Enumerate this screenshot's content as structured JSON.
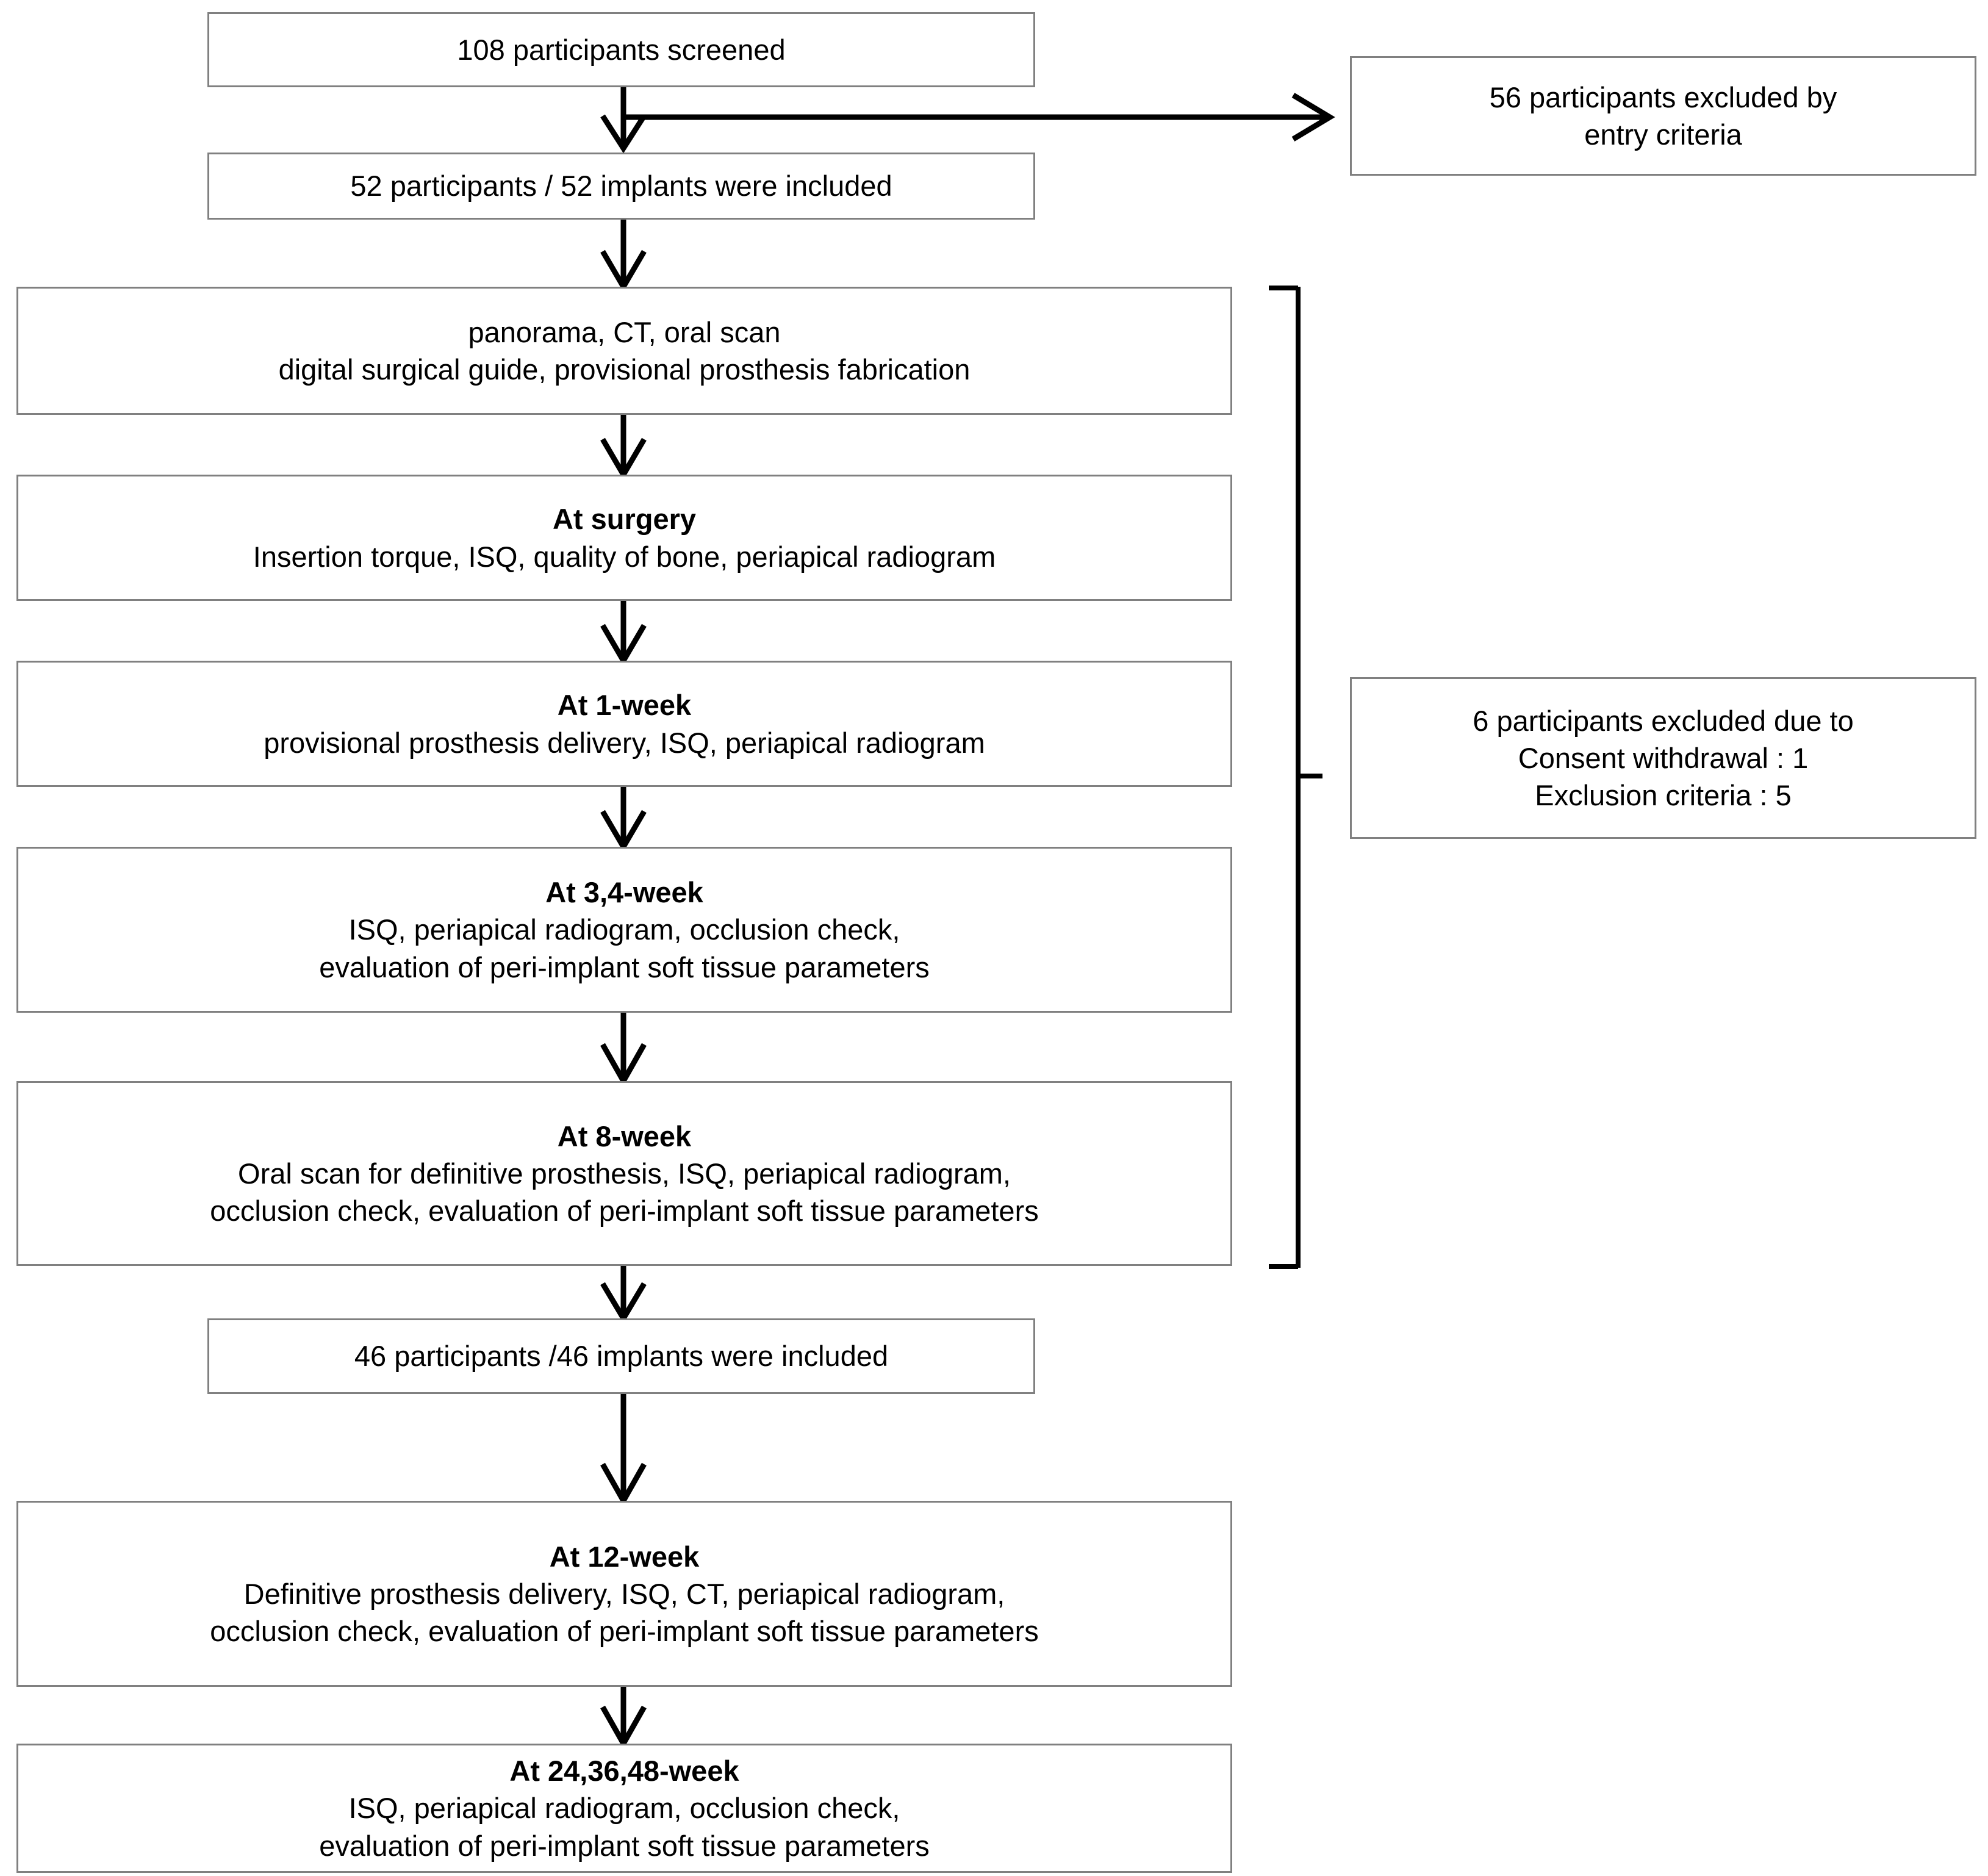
{
  "figure": {
    "type": "flowchart",
    "orientation": "vertical",
    "accent_border_color": "#808080",
    "line_color": "#000000"
  },
  "boxes": {
    "screened": {
      "text": "108 participants screened"
    },
    "included_52": {
      "text": "52 participants / 52 implants were included"
    },
    "planning": {
      "line1": "panorama, CT, oral scan",
      "line2": "digital surgical guide, provisional prosthesis fabrication"
    },
    "at_surgery": {
      "title": "At surgery",
      "line1": "Insertion torque, ISQ, quality of bone, periapical radiogram"
    },
    "at_1_week": {
      "title": "At 1-week",
      "line1": "provisional prosthesis delivery, ISQ, periapical radiogram"
    },
    "at_3_4_week": {
      "title": "At 3,4-week",
      "line1": "ISQ, periapical radiogram, occlusion check,",
      "line2": "evaluation of peri-implant soft tissue parameters"
    },
    "at_8_week": {
      "title": "At 8-week",
      "line1": "Oral scan for definitive prosthesis, ISQ, periapical radiogram,",
      "line2": "occlusion check, evaluation of peri-implant soft tissue parameters"
    },
    "included_46": {
      "text": "46 participants /46 implants were included"
    },
    "at_12_week": {
      "title": "At 12-week",
      "line1": "Definitive prosthesis delivery, ISQ, CT, periapical radiogram,",
      "line2": "occlusion check, evaluation of peri-implant soft tissue parameters"
    },
    "at_24_36_48_week": {
      "title": "At 24,36,48-week",
      "line1": "ISQ, periapical radiogram, occlusion check,",
      "line2": "evaluation of peri-implant soft tissue parameters"
    },
    "excluded_entry": {
      "line1": "56 participants excluded by",
      "line2": "entry criteria"
    },
    "excluded_during": {
      "line1": "6 participants excluded due to",
      "line2": "Consent withdrawal : 1",
      "line3": "Exclusion criteria : 5"
    }
  },
  "chart_data": {
    "type": "flowchart",
    "title": "Participant flow diagram",
    "nodes": [
      {
        "id": "screened",
        "label": "108 participants screened",
        "count": 108
      },
      {
        "id": "included_52",
        "label": "52 participants / 52 implants were included",
        "count": 52
      },
      {
        "id": "planning",
        "label": "panorama, CT, oral scan; digital surgical guide, provisional prosthesis fabrication"
      },
      {
        "id": "at_surgery",
        "label": "At surgery: Insertion torque, ISQ, quality of bone, periapical radiogram"
      },
      {
        "id": "at_1_week",
        "label": "At 1-week: provisional prosthesis delivery, ISQ, periapical radiogram"
      },
      {
        "id": "at_3_4_week",
        "label": "At 3,4-week: ISQ, periapical radiogram, occlusion check, evaluation of peri-implant soft tissue parameters"
      },
      {
        "id": "at_8_week",
        "label": "At 8-week: Oral scan for definitive prosthesis, ISQ, periapical radiogram, occlusion check, evaluation of peri-implant soft tissue parameters"
      },
      {
        "id": "included_46",
        "label": "46 participants /46 implants were included",
        "count": 46
      },
      {
        "id": "at_12_week",
        "label": "At 12-week: Definitive prosthesis delivery, ISQ, CT, periapical radiogram, occlusion check, evaluation of peri-implant soft tissue parameters"
      },
      {
        "id": "at_24_36_48_week",
        "label": "At 24,36,48-week: ISQ, periapical radiogram, occlusion check, evaluation of peri-implant soft tissue parameters"
      },
      {
        "id": "excluded_entry",
        "label": "56 participants excluded by entry criteria",
        "count": 56
      },
      {
        "id": "excluded_during",
        "label": "6 participants excluded due to Consent withdrawal : 1, Exclusion criteria : 5",
        "count": 6
      }
    ],
    "edges": [
      {
        "from": "screened",
        "to": "included_52"
      },
      {
        "from": "screened",
        "to": "excluded_entry"
      },
      {
        "from": "included_52",
        "to": "planning"
      },
      {
        "from": "planning",
        "to": "at_surgery"
      },
      {
        "from": "at_surgery",
        "to": "at_1_week"
      },
      {
        "from": "at_1_week",
        "to": "at_3_4_week"
      },
      {
        "from": "at_3_4_week",
        "to": "at_8_week"
      },
      {
        "from": "at_8_week",
        "to": "included_46"
      },
      {
        "from": "included_46",
        "to": "at_12_week"
      },
      {
        "from": "at_12_week",
        "to": "at_24_36_48_week"
      },
      {
        "from": "bracket(planning..at_8_week)",
        "to": "excluded_during"
      }
    ]
  }
}
